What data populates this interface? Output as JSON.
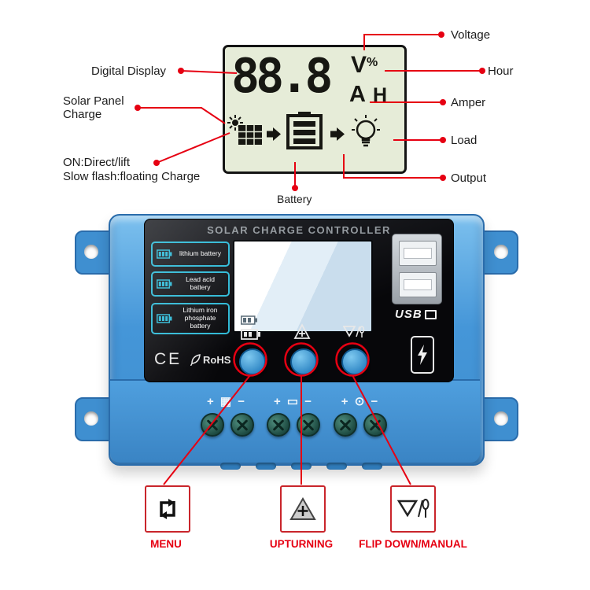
{
  "colors": {
    "callout_red": "#e60012",
    "device_blue": "#4a9de0",
    "lcd_green": "#e6ecd8",
    "teal_accent": "#2fb9d6"
  },
  "top_diagram": {
    "lcd": {
      "digits": "88.8",
      "unit_voltage": "V",
      "unit_percent": "%",
      "unit_amper": "A",
      "unit_hour": "H"
    },
    "labels": {
      "voltage": "Voltage",
      "digital_display": "Digital Display",
      "hour": "Hour",
      "solar_panel_charge": "Solar Panel Charge",
      "amper": "Amper",
      "load": "Load",
      "on_direct_lift": "ON:Direct/lift",
      "slow_flash": "Slow flash:floating Charge",
      "output": "Output",
      "battery": "Battery"
    }
  },
  "device": {
    "title": "SOLAR CHARGE CONTROLLER",
    "battery_types": [
      "lithium battery",
      "Lead acid battery",
      "Lithium iron phosphate battery"
    ],
    "usb_label": "USB",
    "ce_label": "CE",
    "rohs_label": "RoHS",
    "terminals": {
      "solar": "+ ▦ −",
      "battery": "+ ▭ −",
      "load": "+ ⊙ −"
    }
  },
  "bottom_callouts": {
    "menu": "MENU",
    "upturning": "UPTURNING",
    "flip_down_manual": "FLIP DOWN/MANUAL"
  }
}
